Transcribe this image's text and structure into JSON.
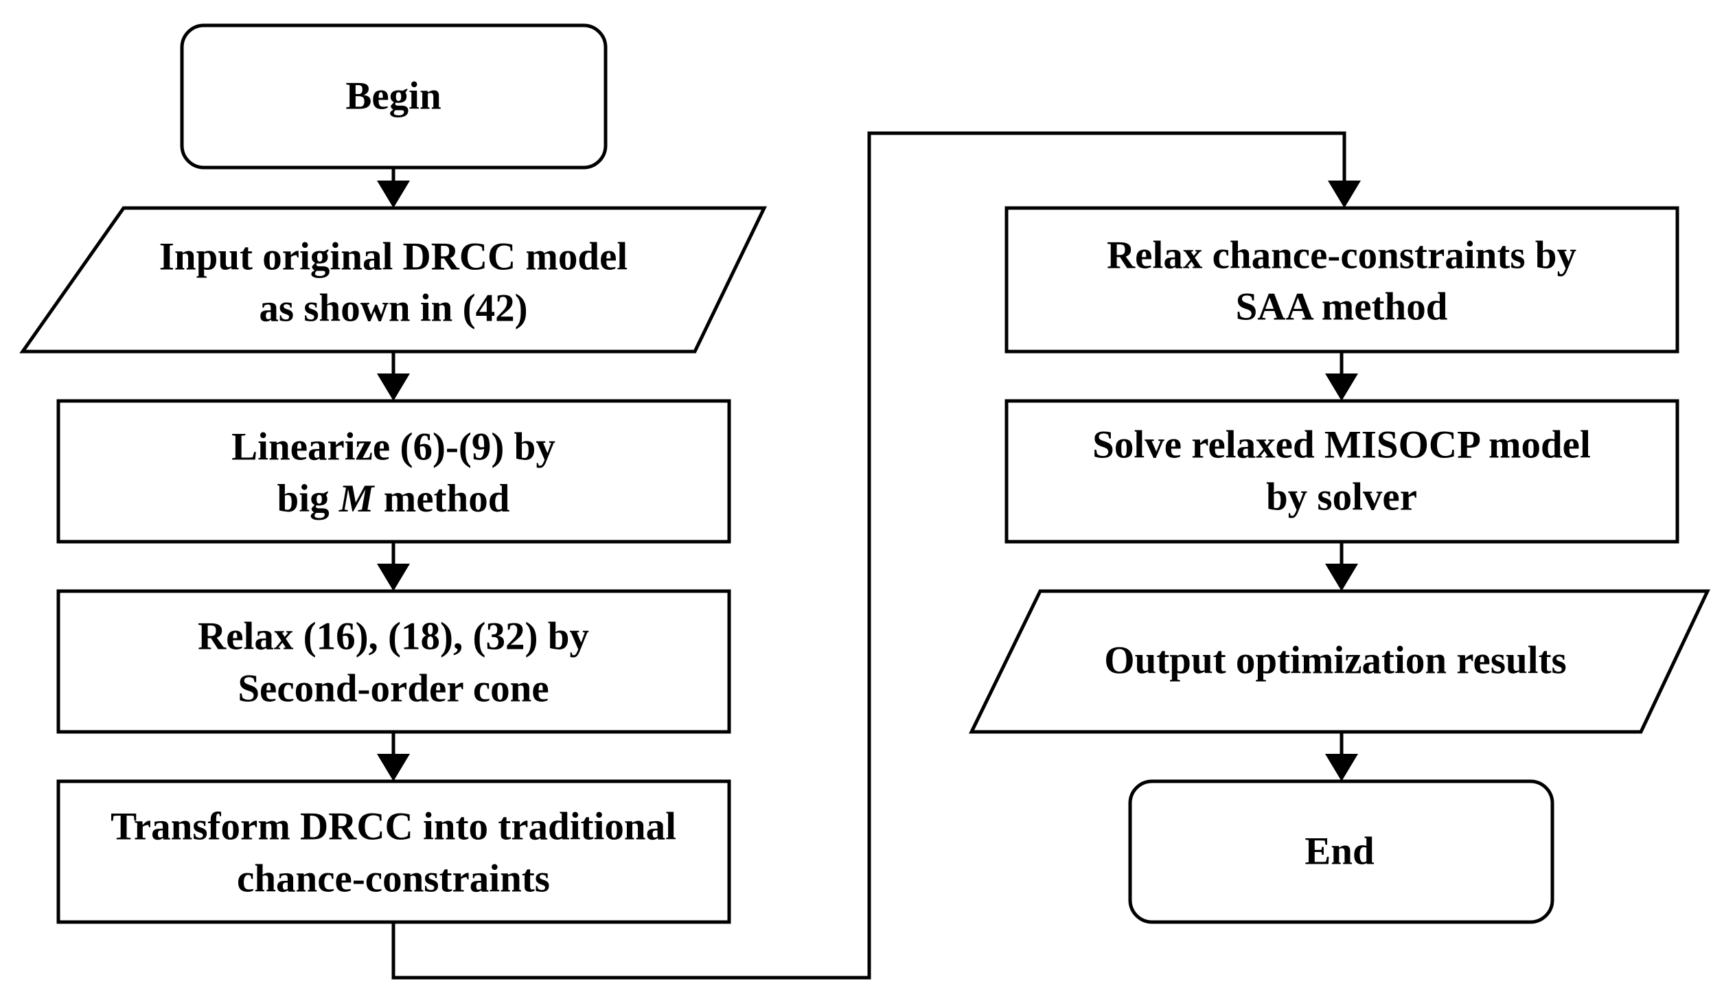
{
  "nodes": {
    "begin": {
      "lines": [
        "Begin"
      ]
    },
    "input": {
      "lines": [
        "Input original DRCC model",
        "as shown in (42)"
      ]
    },
    "linearize": {
      "line1": "Linearize (6)-(9) by",
      "line2_pre": "big ",
      "line2_var": "M",
      "line2_post": " method"
    },
    "relax_cone": {
      "lines": [
        "Relax (16), (18), (32) by",
        "Second-order cone"
      ]
    },
    "transform": {
      "lines": [
        "Transform DRCC  into traditional",
        "chance-constraints"
      ]
    },
    "relax_saa": {
      "lines": [
        "Relax chance-constraints by",
        "SAA method"
      ]
    },
    "solve": {
      "lines": [
        "Solve relaxed MISOCP model",
        "by solver"
      ]
    },
    "output": {
      "lines": [
        "Output optimization results"
      ]
    },
    "end": {
      "lines": [
        "End"
      ]
    }
  },
  "colors": {
    "stroke": "#000000",
    "fill": "#ffffff",
    "text": "#000000"
  }
}
